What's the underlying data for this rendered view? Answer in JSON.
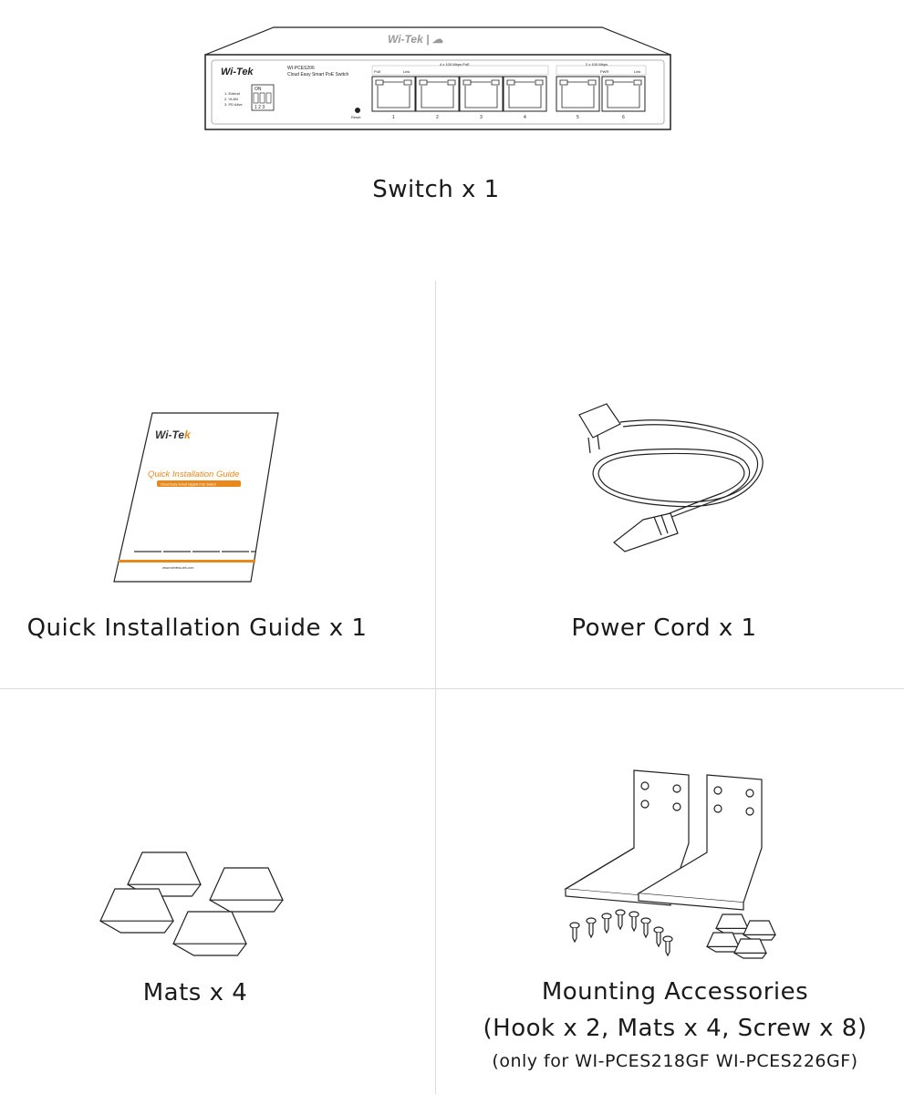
{
  "switch": {
    "caption": "Switch x 1",
    "logo": "Wi-Tek",
    "model": "WI-PCES206",
    "description": "Cloud Easy Smart PoE Switch",
    "dip_labels": [
      "1. Extend",
      "2. VLAN",
      "3. PD Alive"
    ],
    "dip_on": "ON",
    "dip_numbers": "1 2 3",
    "reset": "Reset",
    "poe_group": "4 x 100 Mbps PoE",
    "uplink_group": "2 x 100 Mbps",
    "poe_led": "PoE",
    "link_led": "Link",
    "pwr_led": "PWR",
    "link_led2": "Link",
    "ports": [
      "1",
      "2",
      "3",
      "4",
      "5",
      "6"
    ]
  },
  "guide": {
    "caption": "Quick Installation Guide x 1",
    "logo": "Wi-Tek",
    "title": "Quick Installation Guide",
    "subtitle": "Cloud Easy Smart Gigabit PoE Switch",
    "url": "www.wireless-tek.com",
    "accent": "#e8891e"
  },
  "power_cord": {
    "caption": "Power Cord x 1"
  },
  "mats": {
    "caption": "Mats x 4"
  },
  "mounting": {
    "caption_line1": "Mounting Accessories",
    "caption_line2": "(Hook x 2, Mats x 4, Screw x 8)",
    "caption_line3": "(only for WI-PCES218GF WI-PCES226GF)"
  }
}
